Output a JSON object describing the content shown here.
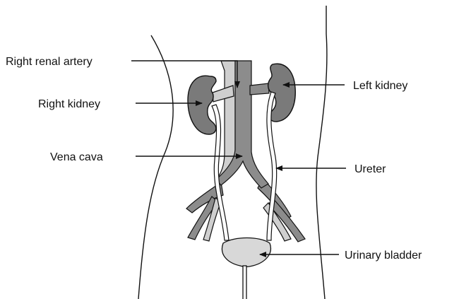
{
  "diagram": {
    "labels": {
      "right_renal_artery": "Right renal artery",
      "right_kidney": "Right kidney",
      "vena_cava": "Vena cava",
      "left_kidney": "Left kidney",
      "ureter": "Ureter",
      "urinary_bladder": "Urinary bladder"
    },
    "colors": {
      "outline": "#111111",
      "kidney_fill": "#7a7a7a",
      "vessel_dark": "#8c8c8c",
      "vessel_light": "#cfcfcf",
      "bladder_fill": "#d8d8d8",
      "ureter_fill": "#ffffff"
    }
  }
}
